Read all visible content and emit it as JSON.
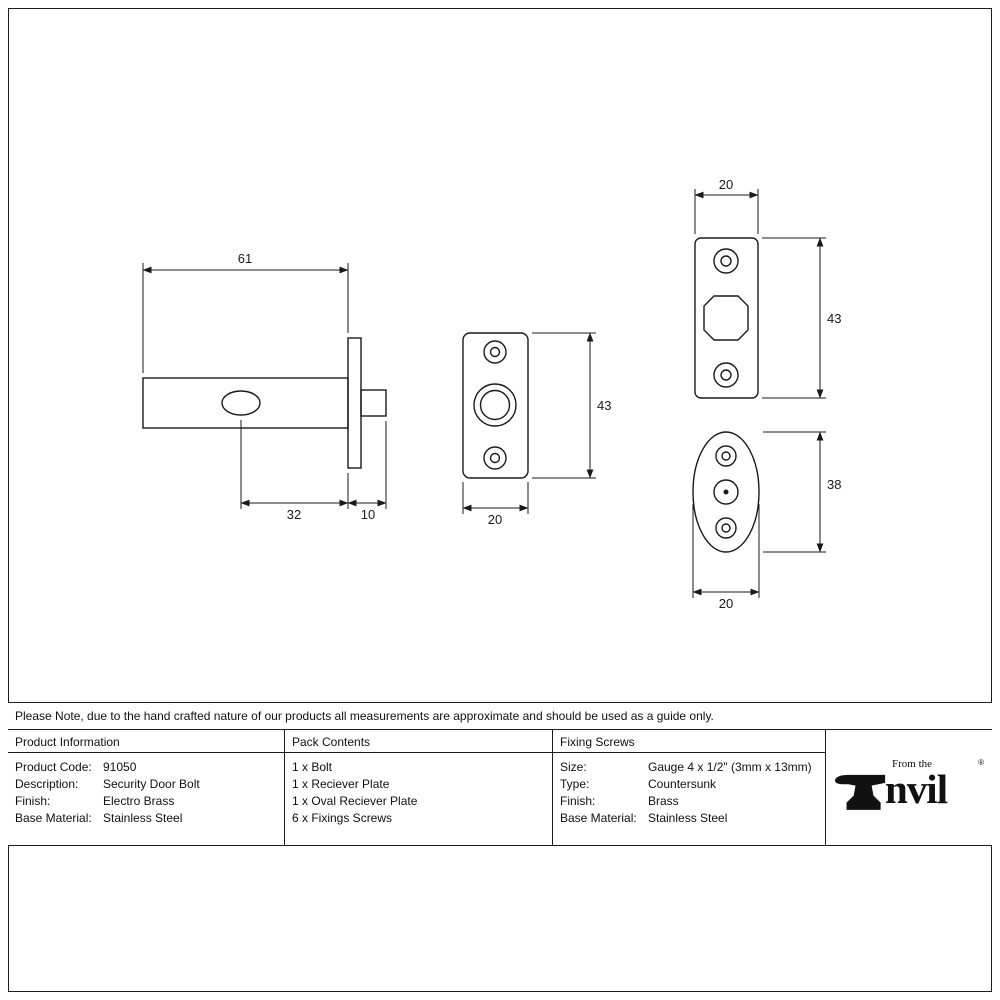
{
  "note": "Please Note, due to the hand crafted nature of our products all measurements are approximate and should be used as a guide only.",
  "dimensions": {
    "bolt_length": "61",
    "bolt_body": "32",
    "bolt_pin": "10",
    "faceplate_height": "43",
    "faceplate_width": "20",
    "receiver_width": "20",
    "receiver_height": "43",
    "oval_height": "38",
    "oval_width": "20"
  },
  "table": {
    "product_information": {
      "header": "Product Information",
      "rows": [
        {
          "label": "Product Code:",
          "value": "91050"
        },
        {
          "label": "Description:",
          "value": "Security Door Bolt"
        },
        {
          "label": "Finish:",
          "value": "Electro Brass"
        },
        {
          "label": "Base Material:",
          "value": "Stainless Steel"
        }
      ]
    },
    "pack_contents": {
      "header": "Pack Contents",
      "items": [
        "1 x Bolt",
        "1 x Reciever Plate",
        "1 x Oval Reciever Plate",
        "6 x Fixings Screws"
      ]
    },
    "fixing_screws": {
      "header": "Fixing Screws",
      "rows": [
        {
          "label": "Size:",
          "value": "Gauge 4 x 1/2\" (3mm x 13mm)"
        },
        {
          "label": "Type:",
          "value": "Countersunk"
        },
        {
          "label": "Finish:",
          "value": "Brass"
        },
        {
          "label": "Base Material:",
          "value": "Stainless Steel"
        }
      ]
    }
  },
  "logo": {
    "tagline": "From the",
    "brand_suffix": "nvil",
    "registered": "®"
  },
  "colors": {
    "line": "#1a1a1a",
    "background": "#ffffff"
  }
}
